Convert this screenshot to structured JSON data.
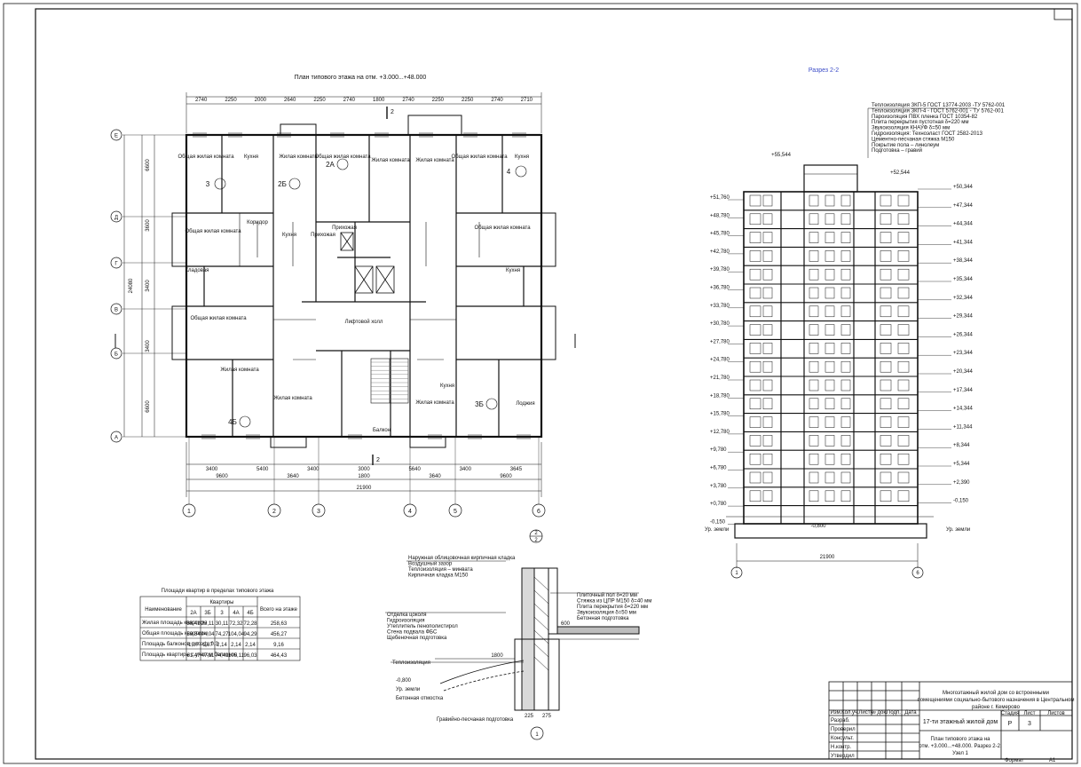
{
  "plan": {
    "title": "План типового этажа на отм. +3.000...+48.000",
    "axes_rows": [
      "Е",
      "Д",
      "Г",
      "В",
      "Б",
      "А"
    ],
    "axes_cols": [
      "1",
      "2",
      "3",
      "4",
      "5",
      "6"
    ],
    "top_dims": [
      "2740",
      "2250",
      "2000",
      "2640",
      "2250",
      "2740",
      "1800",
      "2740",
      "2250",
      "2250",
      "2740",
      "2710"
    ],
    "bottom_dims": [
      "3400",
      "5400",
      "3400",
      "3000",
      "5640",
      "3400",
      "3645"
    ],
    "bottom_dims2": [
      "9600",
      "3640",
      "1800",
      "3640",
      "9600"
    ],
    "total_width": "21900",
    "left_height": "24080",
    "left_dims": [
      "6600",
      "3600",
      "3400",
      "3400",
      "6600"
    ],
    "section_mark": "2",
    "section_mark_sub": "2",
    "rooms": [
      {
        "label": "Общая жилая комната"
      },
      {
        "label": "Кухня"
      },
      {
        "label": "Жилая комната"
      },
      {
        "label": "Общая жилая комната"
      },
      {
        "label": "Жилая комната"
      },
      {
        "label": "Жилая комната"
      },
      {
        "label": "Общая жилая комната"
      },
      {
        "label": "Кухня"
      },
      {
        "label": "Прихожая"
      },
      {
        "label": "Кладовая"
      },
      {
        "label": "Общая жилая комната"
      },
      {
        "label": "Кухня"
      },
      {
        "label": "Прихожая"
      },
      {
        "label": "Коридор"
      },
      {
        "label": "Кухня"
      },
      {
        "label": "Общая жилая комната"
      },
      {
        "label": "Лифтовой холл"
      },
      {
        "label": "Общая жилая комната"
      },
      {
        "label": "Жилая комната"
      },
      {
        "label": "Жилая комната"
      },
      {
        "label": "Кухня"
      },
      {
        "label": "Балкон"
      },
      {
        "label": "Жилая комната"
      },
      {
        "label": "Лоджия"
      }
    ],
    "apt_marks": [
      "2А",
      "4",
      "3",
      "4Б",
      "3Б",
      "2Б"
    ]
  },
  "table": {
    "title": "Площади квартир в пределах типового этажа",
    "col_name": "Наименование",
    "col_group": "Квартиры",
    "col_total": "Всего на этаже",
    "apt_types": [
      "2А",
      "3Б",
      "3",
      "4А",
      "4Б"
    ],
    "rows": [
      {
        "name": "Жилая площадь квартиры",
        "values": [
          "38,41",
          "23,11",
          "30,11",
          "72,32",
          "72,28"
        ],
        "total": "258,63"
      },
      {
        "name": "Общая площадь квартиры",
        "values": [
          "59,84",
          "44,04",
          "74,27",
          "104,04",
          "94,29"
        ],
        "total": "456,27"
      },
      {
        "name": "Площадь балконов с коэф. 0,3",
        "values": [
          "1,87",
          "1,87",
          "2,14",
          "2,14",
          "2,14"
        ],
        "total": "9,16"
      },
      {
        "name": "Площадь квартиры с учетом балконов",
        "values": [
          "61,47",
          "47,11",
          "74,41",
          "105,11",
          "96,03"
        ],
        "total": "464,43"
      }
    ]
  },
  "section": {
    "title": "Разрез 2-2",
    "marks_left": [
      "+51,760",
      "+48,780",
      "+45,780",
      "+42,780",
      "+39,780",
      "+36,780",
      "+33,780",
      "+30,780",
      "+27,780",
      "+24,780",
      "+21,780",
      "+18,780",
      "+15,780",
      "+12,780",
      "+9,780",
      "+6,780",
      "+3,780",
      "+0,780",
      "-0,150"
    ],
    "marks_right": [
      "+50,344",
      "+47,344",
      "+44,344",
      "+41,344",
      "+38,344",
      "+35,344",
      "+32,344",
      "+29,344",
      "+26,344",
      "+23,344",
      "+20,344",
      "+17,344",
      "+14,344",
      "+11,344",
      "+8,344",
      "+5,344",
      "+2,390",
      "-0,150"
    ],
    "top_mark": "+55,544",
    "top_mark_right": "+52,544",
    "ground_left": "Ур. земли",
    "ground_right": "Ур. земли",
    "zero_mark": "-0,800",
    "width": "21900",
    "axis_left": "1",
    "axis_right": "6",
    "notes": [
      "Теплоизоляция ЗКП-5 ГОСТ 13774-2003 -ТУ 5762-001",
      "Теплоизоляция ЗКП-4 - ГОСТ 5762-001 - ТУ 5762-001",
      "Пароизоляция ПВХ пленка ГОСТ 10354-82",
      "Плита перекрытия пустотная δ=220 мм",
      "Звукоизоляция КНАУФ δ=50 мм",
      "Гидроизоляция: Техноэласт ГОСТ 2582-2013",
      "Цементно-песчаная стяжка М150",
      "Покрытие пола – линолеум",
      "Подготовка – гравий"
    ]
  },
  "detail": {
    "mark": "1",
    "dim_1800": "1800",
    "dim_600": "600",
    "dims_bottom": [
      "225",
      "275"
    ],
    "level_ground": "-0,800",
    "level_ground_label": "Ур. земли",
    "label_blind": "Бетонная отмостка",
    "label_gravel": "Гравийно-песчаная подготовка",
    "label_insul": "Теплоизоляция",
    "notes_left": [
      "Наружная облицовочная кирпичная кладка",
      "Воздушный зазор",
      "Теплоизоляция – минвата",
      "Кирпичная кладка М150"
    ],
    "notes_mid": [
      "Отделка цоколя",
      "Гидроизоляция",
      "Утеплитель пенополистирол",
      "Стена подвала ФБС",
      "Щебеночная подготовка"
    ],
    "notes_right": [
      "Плиточный пол δ=20 мм",
      "Стяжка из ЦПР М150 δ=40 мм",
      "Плита перекрытия δ=220 мм",
      "Звукоизоляция δ=50 мм",
      "Бетонная подготовка"
    ]
  },
  "title_block": {
    "project": "Многоэтажный жилой дом со встроенными помещениями социально-бытового назначения в Центральном районе г. Кемерово",
    "building": "17-ти этажный жилой дом",
    "sheet_title": "План типового этажа на отм. +3.000...+48.000. Разрез 2-2. Узел 1",
    "stage_h": "Стадия",
    "sheet_h": "Лист",
    "sheets_h": "Листов",
    "stage": "Р",
    "sheet": "3",
    "sheets": "",
    "col_heads": [
      "Изм.",
      "Кол.уч.",
      "Лист",
      "№ док.",
      "Подп.",
      "Дата"
    ],
    "roles": [
      "Разраб.",
      "Проверил",
      "Консульт.",
      "Н.контр.",
      "Утвердил"
    ],
    "format_label": "Формат",
    "format": "А1"
  },
  "colors": {
    "line": "#111111",
    "accent": "#3a4bc7",
    "stair": "#6b6b6b"
  }
}
